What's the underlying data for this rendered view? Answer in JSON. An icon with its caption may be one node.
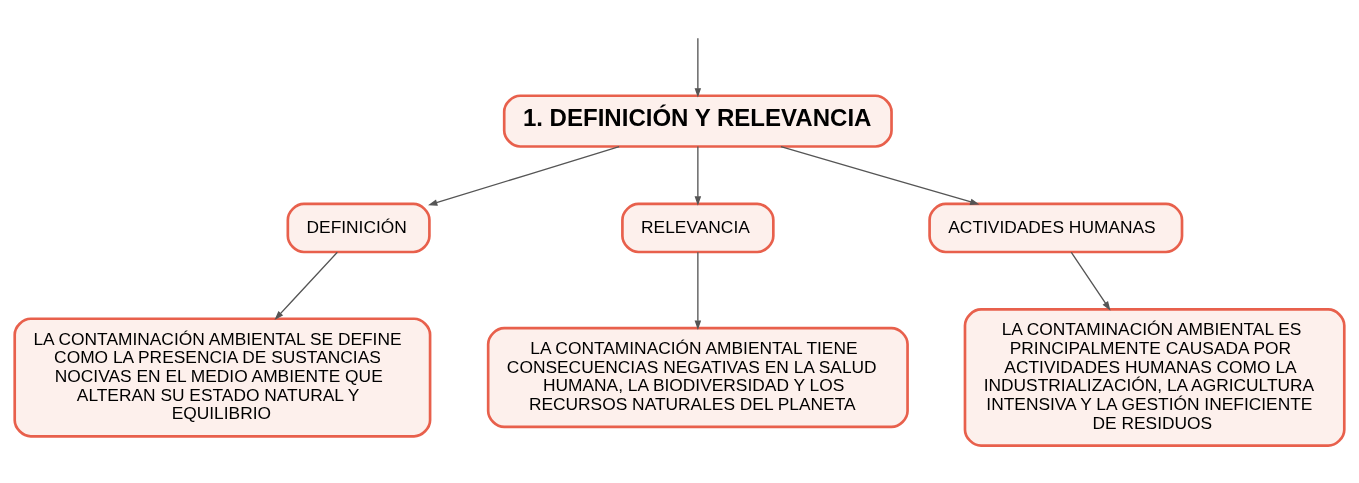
{
  "diagram": {
    "nodes": [
      {
        "text": [
          "1. DEFINICIÓN Y RELEVANCIA"
        ]
      },
      {
        "text": [
          "DEFINICIÓN"
        ]
      },
      {
        "text": [
          "RELEVANCIA"
        ]
      },
      {
        "text": [
          "ACTIVIDADES HUMANAS"
        ]
      },
      {
        "text": [
          "LA CONTAMINACIÓN AMBIENTAL SE DEFINE COMO LA PRESENCIA DE SUSTANCIAS NOCIVAS EN EL MEDIO AMBIENTE QUE ALTERAN SU ESTADO NATURAL Y EQUILIBRIO"
        ]
      },
      {
        "text": [
          "LA CONTAMINACIÓN AMBIENTAL TIENE CONSECUENCIAS NEGATIVAS EN LA SALUD HUMANA, LA BIODIVERSIDAD Y LOS RECURSOS NATURALES DEL PLANETA"
        ]
      },
      {
        "text": [
          "LA CONTAMINACIÓN AMBIENTAL ES PRINCIPALMENTE CAUSADA POR ACTIVIDADES HUMANAS COMO LA INDUSTRIALIZACIÓN, LA AGRICULTURA INTENSIVA Y LA GESTIÓN INEFICIENTE DE RESIDUOS"
        ]
      }
    ],
    "edges": [
      {
        "from": null,
        "to": 0,
        "arrow": "to"
      },
      {
        "from": 0,
        "to": 1,
        "arrow": "to"
      },
      {
        "from": 0,
        "to": 2,
        "arrow": "to"
      },
      {
        "from": 0,
        "to": 3,
        "arrow": "to"
      },
      {
        "from": 1,
        "to": 4,
        "arrow": "to"
      },
      {
        "from": 2,
        "to": 5,
        "arrow": "to"
      },
      {
        "from": 3,
        "to": 6,
        "arrow": "to"
      }
    ]
  }
}
